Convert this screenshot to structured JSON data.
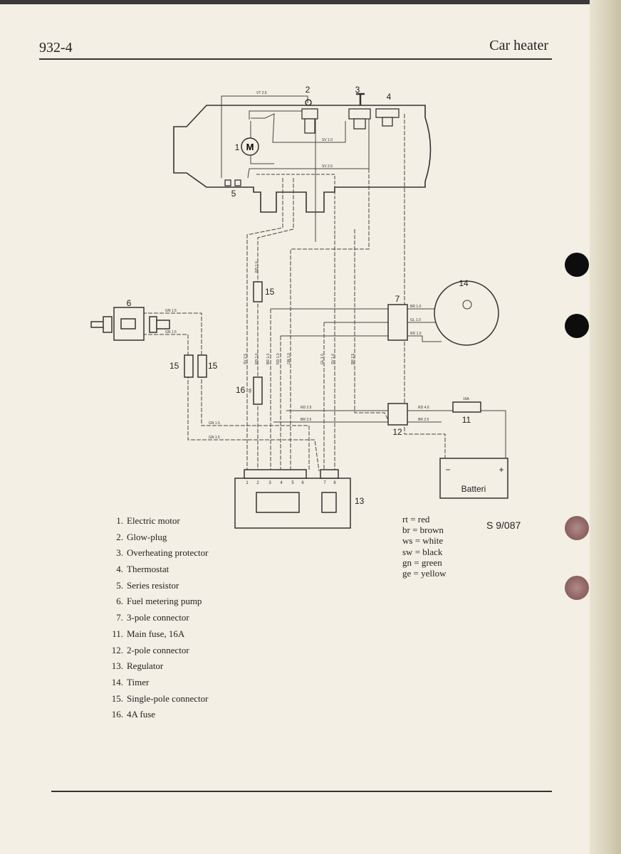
{
  "header": {
    "page_number": "932-4",
    "title": "Car heater"
  },
  "diagram": {
    "component_numbers": {
      "c1": "1",
      "c2": "2",
      "c3": "3",
      "c4": "4",
      "c5": "5",
      "c6": "6",
      "c7": "7",
      "c11": "11",
      "c12": "12",
      "c13": "13",
      "c14": "14",
      "c15a": "15",
      "c15b": "15",
      "c15c": "15",
      "c16": "16"
    },
    "motor_symbol": "M",
    "fuse11_rating": "16A",
    "fuse16_rating": "4A",
    "battery_label": "Batteri",
    "battery_minus": "−",
    "battery_plus": "+",
    "wire_labels": {
      "vt25": "VT 2.5",
      "sv10_top": "SV 1.0",
      "sv25_top": "SV 2.5",
      "rd10_v": "RD 1.0",
      "sv25_v": "SV 2.5",
      "rd10_v2": "RD 1.0",
      "br10_v": "BR 1.0",
      "rd10_v3": "RD 1.0",
      "gn10_v": "GN 1.0",
      "gl10_v": "GL 1.0",
      "sv10_v": "SV 1.0",
      "br25_v": "BR 2.5",
      "br10_7": "BR 1.0",
      "gl10_7": "GL 1.0",
      "rd10_7": "RD 1.0",
      "rd25_12": "RD 2.5",
      "br25_12": "BR 2.5",
      "rd40": "RD 4.0",
      "br25_r": "BR 2.5",
      "gn15_a": "GN 1.5",
      "gn15_b": "GN 1.5",
      "gn15_c": "GN 1.5",
      "gn15_d": "GN 1.5"
    },
    "regulator_pins": [
      "1",
      "2",
      "3",
      "4",
      "5",
      "6",
      "7",
      "8"
    ],
    "reference": "S 9/087"
  },
  "legend": [
    {
      "n": "1.",
      "t": "Electric motor"
    },
    {
      "n": "2.",
      "t": "Glow-plug"
    },
    {
      "n": "3.",
      "t": "Overheating protector"
    },
    {
      "n": "4.",
      "t": "Thermostat"
    },
    {
      "n": "5.",
      "t": "Series resistor"
    },
    {
      "n": "6.",
      "t": "Fuel metering pump"
    },
    {
      "n": "7.",
      "t": "3-pole connector"
    },
    {
      "n": "11.",
      "t": "Main fuse, 16A"
    },
    {
      "n": "12.",
      "t": "2-pole connector"
    },
    {
      "n": "13.",
      "t": "Regulator"
    },
    {
      "n": "14.",
      "t": "Timer"
    },
    {
      "n": "15.",
      "t": "Single-pole connector"
    },
    {
      "n": "16.",
      "t": "4A fuse"
    }
  ],
  "color_codes": [
    "rt = red",
    "br = brown",
    "ws = white",
    "sw = black",
    "gn = green",
    "ge = yellow"
  ],
  "colors": {
    "paper": "#f3efe4",
    "ink": "#222222",
    "hole_dark": "#111111",
    "hole_pink": "#8a5a5a"
  }
}
